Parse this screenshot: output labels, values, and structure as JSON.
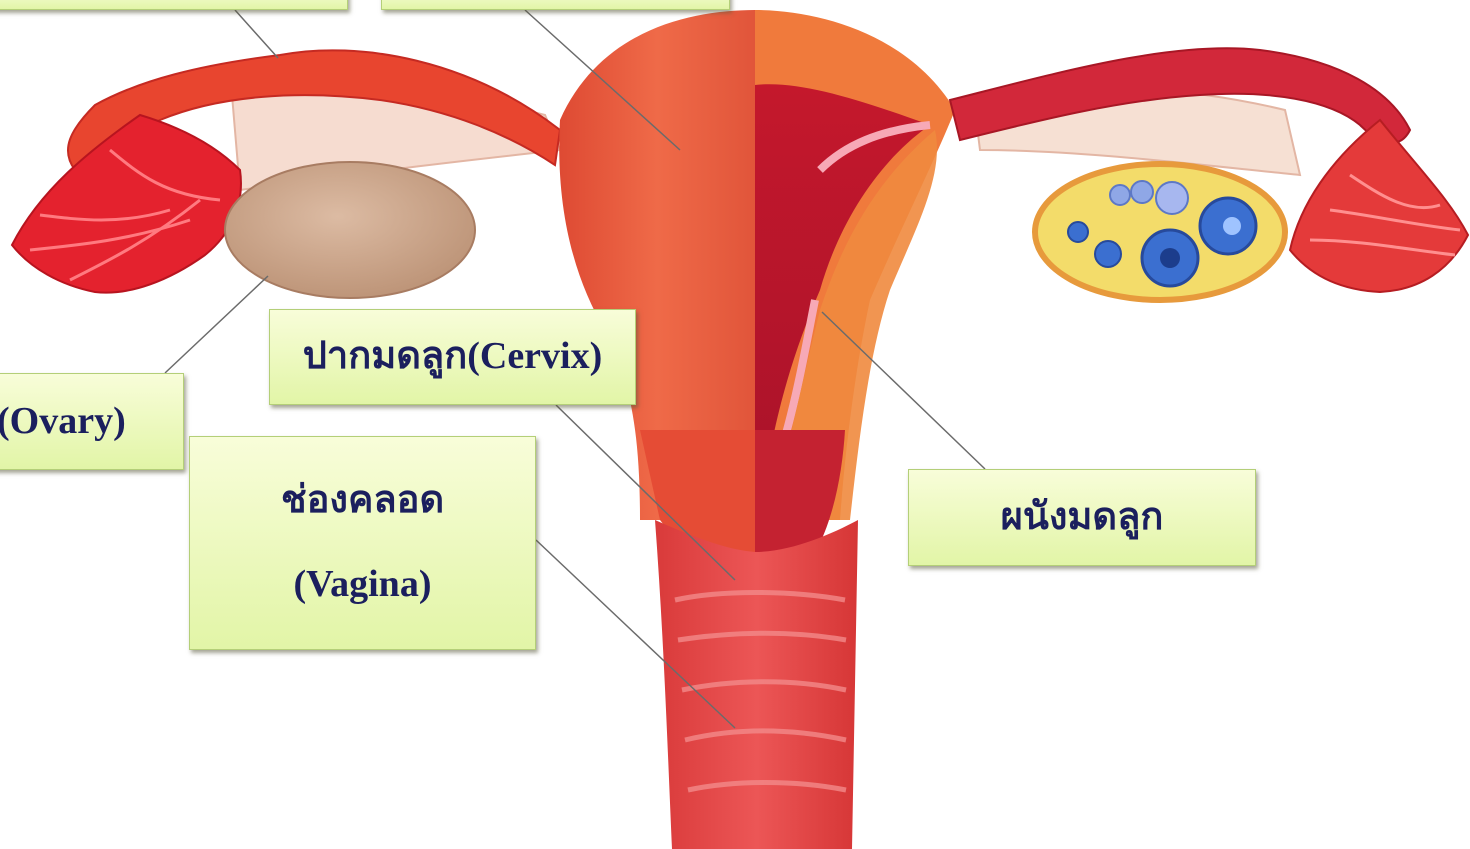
{
  "labels": {
    "ovary": "(Ovary)",
    "cervix": "ปากมดลูก(Cervix)",
    "vagina_th": "ช่องคลอด",
    "vagina_en": "(Vagina)",
    "uterine_wall": "ผนังมดลูก"
  },
  "colors": {
    "label_fill_top": "#f8fdd9",
    "label_fill_bottom": "#e2f5a7",
    "label_text": "#1b1f5e",
    "tissue_red": "#e8473a",
    "tissue_dark": "#c41e2a",
    "ovary_tan": "#c9a48a",
    "follicle_yellow": "#f3dc6a",
    "follicle_blue": "#3b6fd0"
  }
}
